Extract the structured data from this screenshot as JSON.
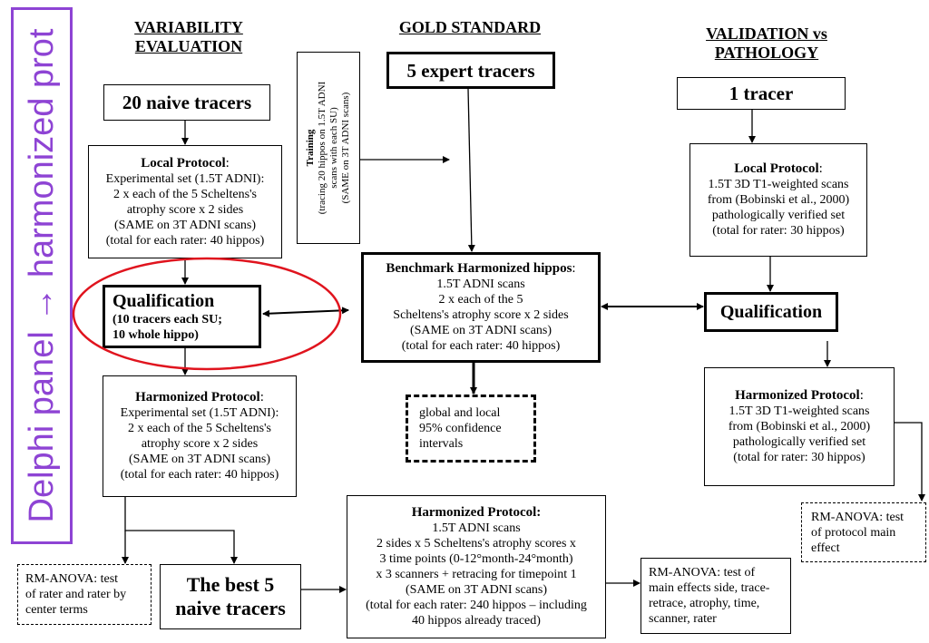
{
  "side_banner": {
    "text": "Delphi panel → harmonized prot"
  },
  "headings": {
    "variability": [
      "VARIABILITY",
      "EVALUATION"
    ],
    "gold": "GOLD STANDARD",
    "validation": [
      "VALIDATION vs",
      "PATHOLOGY"
    ]
  },
  "training": {
    "title": "Training",
    "lines": [
      "(tracing 20 hippos on 1.5T ADNI",
      "scans with each SU)",
      "(SAME on 3T ADNI scans)"
    ]
  },
  "naive_tracers": "20 naive tracers",
  "expert_tracers": "5 expert tracers",
  "one_tracer": "1 tracer",
  "local_protocol_left": {
    "title": "Local Protocol",
    "title_suffix": ":",
    "lines": [
      "Experimental set (1.5T ADNI):",
      "2 x each of the 5 Scheltens's",
      "atrophy score x 2 sides",
      "(SAME on 3T ADNI scans)",
      "(total for each rater: 40 hippos)"
    ]
  },
  "local_protocol_right": {
    "title": "Local Protocol",
    "title_suffix": ":",
    "lines": [
      "1.5T 3D T1-weighted scans",
      "from (Bobinski et al., 2000)",
      "pathologically verified set",
      "(total for rater: 30 hippos)"
    ]
  },
  "qualification_left": {
    "title": "Qualification",
    "lines": [
      "(10 tracers each SU;",
      "10 whole hippo)"
    ]
  },
  "qualification_right": "Qualification",
  "benchmark": {
    "title": "Benchmark Harmonized hippos",
    "title_suffix": ":",
    "lines": [
      "1.5T ADNI scans",
      "2 x each of the 5",
      "Scheltens's atrophy score x 2 sides",
      "(SAME on 3T ADNI scans)",
      "(total for each rater: 40 hippos)"
    ]
  },
  "confidence": [
    "global and local",
    "95% confidence",
    "intervals"
  ],
  "harmonized_left": {
    "title": "Harmonized Protocol",
    "title_suffix": ":",
    "lines": [
      "Experimental set (1.5T ADNI):",
      "2 x each of the 5 Scheltens's",
      "atrophy score x 2 sides",
      "(SAME on 3T ADNI scans)",
      "(total for each rater: 40 hippos)"
    ]
  },
  "harmonized_right": {
    "title": "Harmonized Protocol",
    "title_suffix": ":",
    "lines": [
      "1.5T 3D T1-weighted scans",
      "from (Bobinski et al., 2000)",
      "pathologically verified set",
      "(total for rater: 30 hippos)"
    ]
  },
  "harmonized_center": {
    "title": "Harmonized Protocol:",
    "lines": [
      "1.5T ADNI scans",
      "2 sides x 5 Scheltens's atrophy scores x",
      "3 time points (0-12°month-24°month)",
      "x 3 scanners + retracing for timepoint 1",
      "(SAME on 3T ADNI scans)",
      "(total for each rater: 240 hippos – including",
      "40 hippos already traced)"
    ]
  },
  "best_five": [
    "The best 5",
    "naive tracers"
  ],
  "rm_anova_rater": [
    "RM-ANOVA: test",
    "of rater and rater by",
    "center terms"
  ],
  "rm_anova_main": [
    "RM-ANOVA: test of",
    "main effects side, trace-",
    "retrace, atrophy, time,",
    "scanner, rater"
  ],
  "rm_anova_protocol": [
    "RM-ANOVA: test",
    "of protocol main",
    "effect"
  ],
  "colors": {
    "accent_purple": "#8e44d4",
    "highlight_red": "#e0141e"
  }
}
